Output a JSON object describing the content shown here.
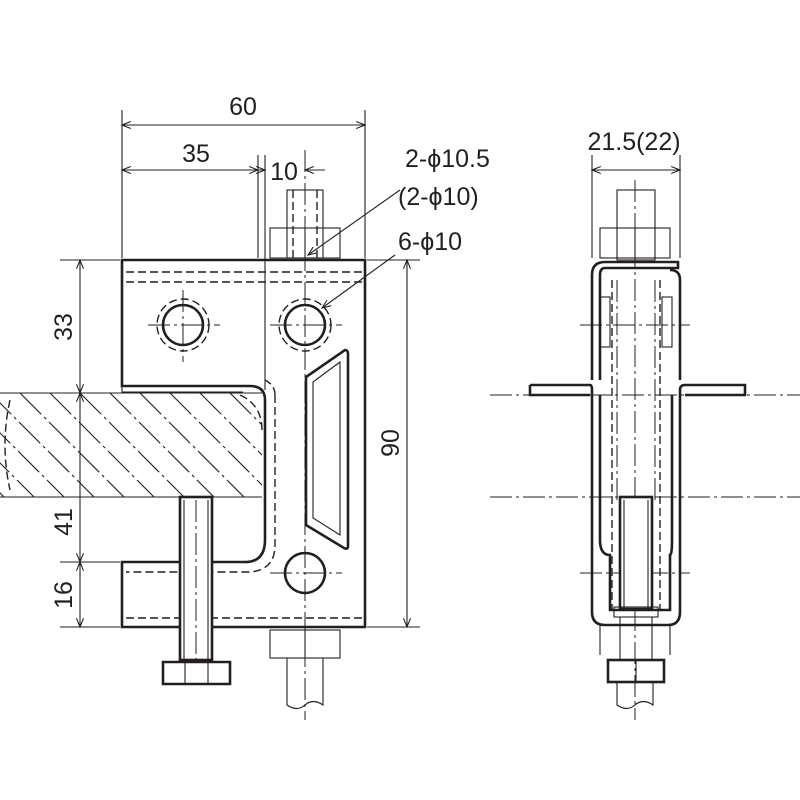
{
  "dimensions": {
    "width_total": "60",
    "width_hole": "35",
    "hole_offset": "10",
    "hole_spec_1": "2-ϕ10.5",
    "hole_spec_1_alt": "(2-ϕ10)",
    "hole_spec_2": "6-ϕ10",
    "height_top": "33",
    "height_beam": "41",
    "height_bottom": "16",
    "height_total": "90",
    "thickness": "21.5(22)"
  }
}
